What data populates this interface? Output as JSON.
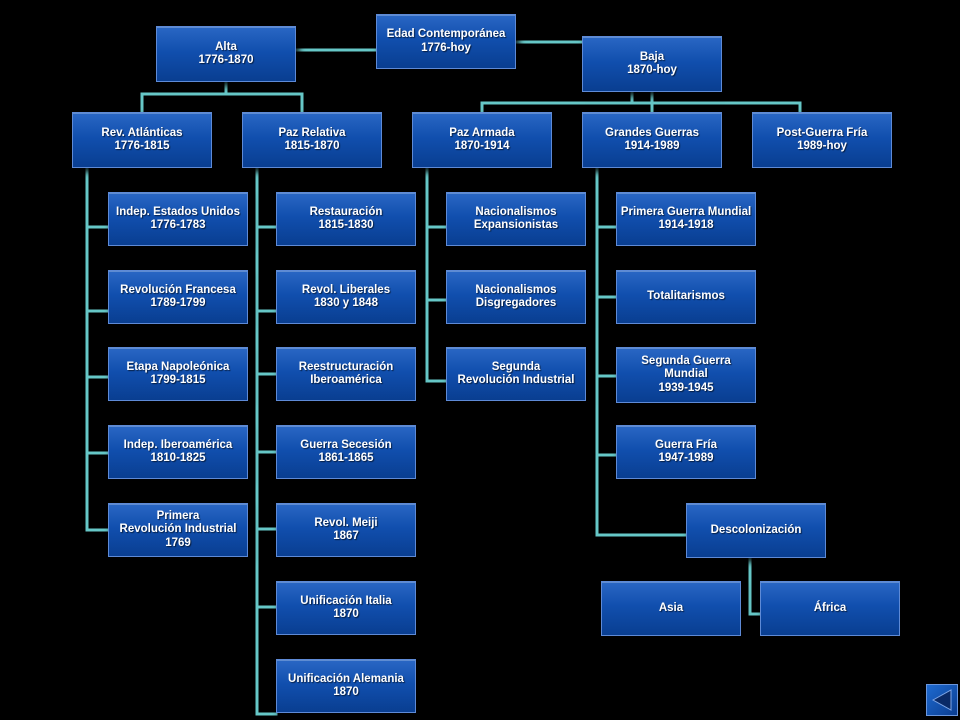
{
  "colors": {
    "background": "#000000",
    "node_fill": "#114fae",
    "node_border": "#5e8ad6",
    "connector": "#66c7c7",
    "text": "#ffffff"
  },
  "nodes": {
    "edad_contemporanea": {
      "line1": "Edad Contemporánea",
      "line2": "1776-hoy"
    },
    "alta": {
      "line1": "Alta",
      "line2": "1776-1870"
    },
    "baja": {
      "line1": "Baja",
      "line2": "1870-hoy"
    },
    "rev_atlanticas": {
      "line1": "Rev. Atlánticas",
      "line2": "1776-1815"
    },
    "paz_relativa": {
      "line1": "Paz Relativa",
      "line2": "1815-1870"
    },
    "paz_armada": {
      "line1": "Paz Armada",
      "line2": "1870-1914"
    },
    "grandes_guerras": {
      "line1": "Grandes Guerras",
      "line2": "1914-1989"
    },
    "post_guerra_fria": {
      "line1": "Post-Guerra Fría",
      "line2": "1989-hoy"
    },
    "indep_eeuu": {
      "line1": "Indep. Estados Unidos",
      "line2": "1776-1783"
    },
    "revolucion_francesa": {
      "line1": "Revolución Francesa",
      "line2": "1789-1799"
    },
    "etapa_napoleonica": {
      "line1": "Etapa Napoleónica",
      "line2": "1799-1815"
    },
    "indep_iberoamerica": {
      "line1": "Indep. Iberoamérica",
      "line2": "1810-1825"
    },
    "primera_rev_industrial": {
      "line1": "Primera",
      "line2": "Revolución Industrial",
      "line3": "1769"
    },
    "restauracion": {
      "line1": "Restauración",
      "line2": "1815-1830"
    },
    "revol_liberales": {
      "line1": "Revol. Liberales",
      "line2": "1830 y 1848"
    },
    "reestructuracion": {
      "line1": "Reestructuración",
      "line2": "Iberoamérica"
    },
    "guerra_secesion": {
      "line1": "Guerra Secesión",
      "line2": "1861-1865"
    },
    "revol_meiji": {
      "line1": "Revol. Meiji",
      "line2": "1867"
    },
    "unificacion_italia": {
      "line1": "Unificación Italia",
      "line2": "1870"
    },
    "unificacion_alemania": {
      "line1": "Unificación Alemania",
      "line2": "1870"
    },
    "nacionalismos_expansionistas": {
      "line1": "Nacionalismos",
      "line2": "Expansionistas"
    },
    "nacionalismos_disgregadores": {
      "line1": "Nacionalismos",
      "line2": "Disgregadores"
    },
    "segunda_rev_industrial": {
      "line1": "Segunda",
      "line2": "Revolución Industrial"
    },
    "primera_guerra_mundial": {
      "line1": "Primera Guerra Mundial",
      "line2": "1914-1918"
    },
    "totalitarismos": {
      "line1": "Totalitarismos"
    },
    "segunda_guerra_mundial": {
      "line1": "Segunda Guerra",
      "line2": "Mundial",
      "line3": "1939-1945"
    },
    "guerra_fria": {
      "line1": "Guerra Fría",
      "line2": "1947-1989"
    },
    "descolonizacion": {
      "line1": "Descolonización"
    },
    "asia": {
      "line1": "Asia"
    },
    "africa": {
      "line1": "África"
    }
  },
  "nav": {
    "icon": "back-arrow-icon"
  }
}
